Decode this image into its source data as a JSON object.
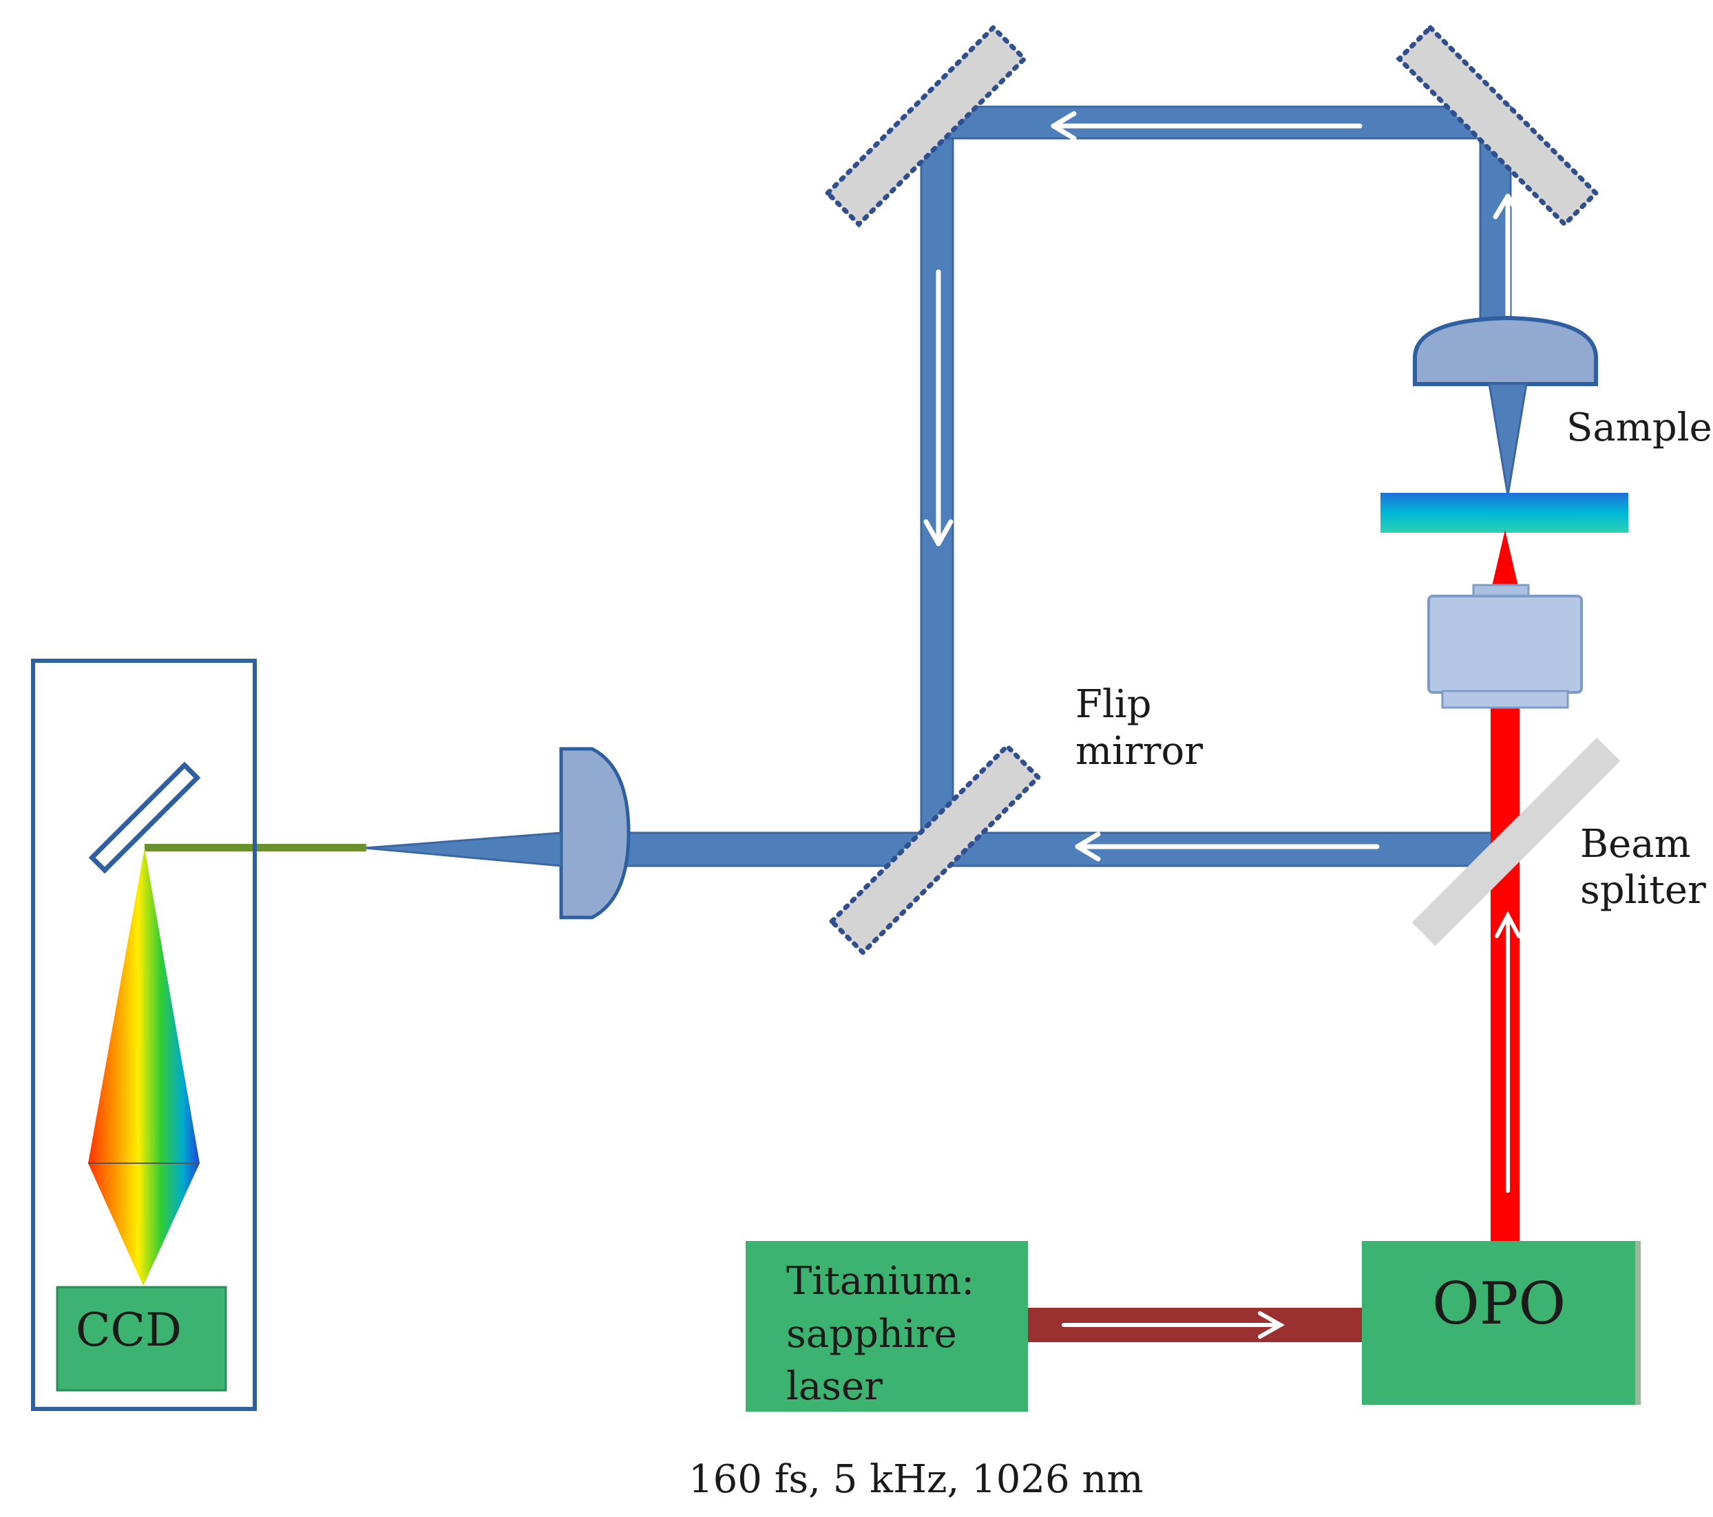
{
  "labels": {
    "sample": "Sample",
    "flip_line1": "Flip",
    "flip_line2": "mirror",
    "beam_line1": "Beam",
    "beam_line2": "spliter",
    "ccd": "CCD",
    "ti_line1": "Titanium:",
    "ti_line2": "sapphire",
    "ti_line3": "laser",
    "opo": "OPO",
    "specs": "160 fs, 5 kHz, 1026 nm"
  },
  "colors": {
    "blue_beam": "#4f7fbb",
    "blue_edge": "#3a67a2",
    "red_beam": "#ff0000",
    "dark_red_beam": "#9b3031",
    "green_box": "#3cb371",
    "mirror_gray": "#d4d4d4",
    "frame": "#2e5fa0"
  }
}
